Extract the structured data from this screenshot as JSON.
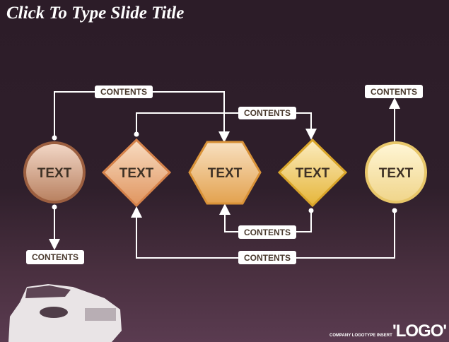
{
  "slide": {
    "title": "Click To Type Slide Title"
  },
  "nodes": [
    {
      "label": "TEXT",
      "shape": "circle",
      "color": "#b57a5e"
    },
    {
      "label": "TEXT",
      "shape": "diamond",
      "color": "#e09a6a"
    },
    {
      "label": "TEXT",
      "shape": "hexagon",
      "color": "#e3a55e"
    },
    {
      "label": "TEXT",
      "shape": "diamond",
      "color": "#e7b847"
    },
    {
      "label": "TEXT",
      "shape": "circle",
      "color": "#f1d98f"
    }
  ],
  "connectors": [
    {
      "label": "CONTENTS"
    },
    {
      "label": "CONTENTS"
    },
    {
      "label": "CONTENTS"
    },
    {
      "label": "CONTENTS"
    },
    {
      "label": "CONTENTS"
    },
    {
      "label": "CONTENTS"
    }
  ],
  "footer": {
    "company": "COMPANY LOGOTYPE INSERT",
    "logo": "'LOGO'"
  }
}
